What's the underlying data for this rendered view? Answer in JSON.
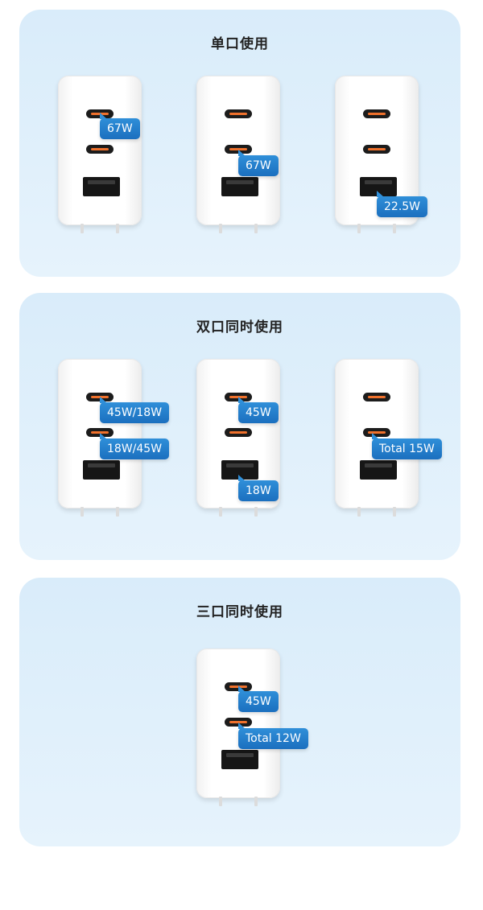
{
  "sections": [
    {
      "title": "单口使用",
      "chargers": [
        {
          "labels": [
            "67W"
          ]
        },
        {
          "labels": [
            "67W"
          ]
        },
        {
          "labels": [
            "22.5W"
          ]
        }
      ]
    },
    {
      "title": "双口同时使用",
      "chargers": [
        {
          "labels": [
            "45W/18W",
            "18W/45W"
          ]
        },
        {
          "labels": [
            "45W",
            "18W"
          ]
        },
        {
          "labels": [
            "Total 15W"
          ]
        }
      ]
    },
    {
      "title": "三口同时使用",
      "chargers": [
        {
          "labels": [
            "45W",
            "Total 12W"
          ]
        }
      ]
    }
  ],
  "colors": {
    "tag": "#1b6fbf",
    "panel": "#dcedfa",
    "usbc_accent": "#f0712c"
  }
}
